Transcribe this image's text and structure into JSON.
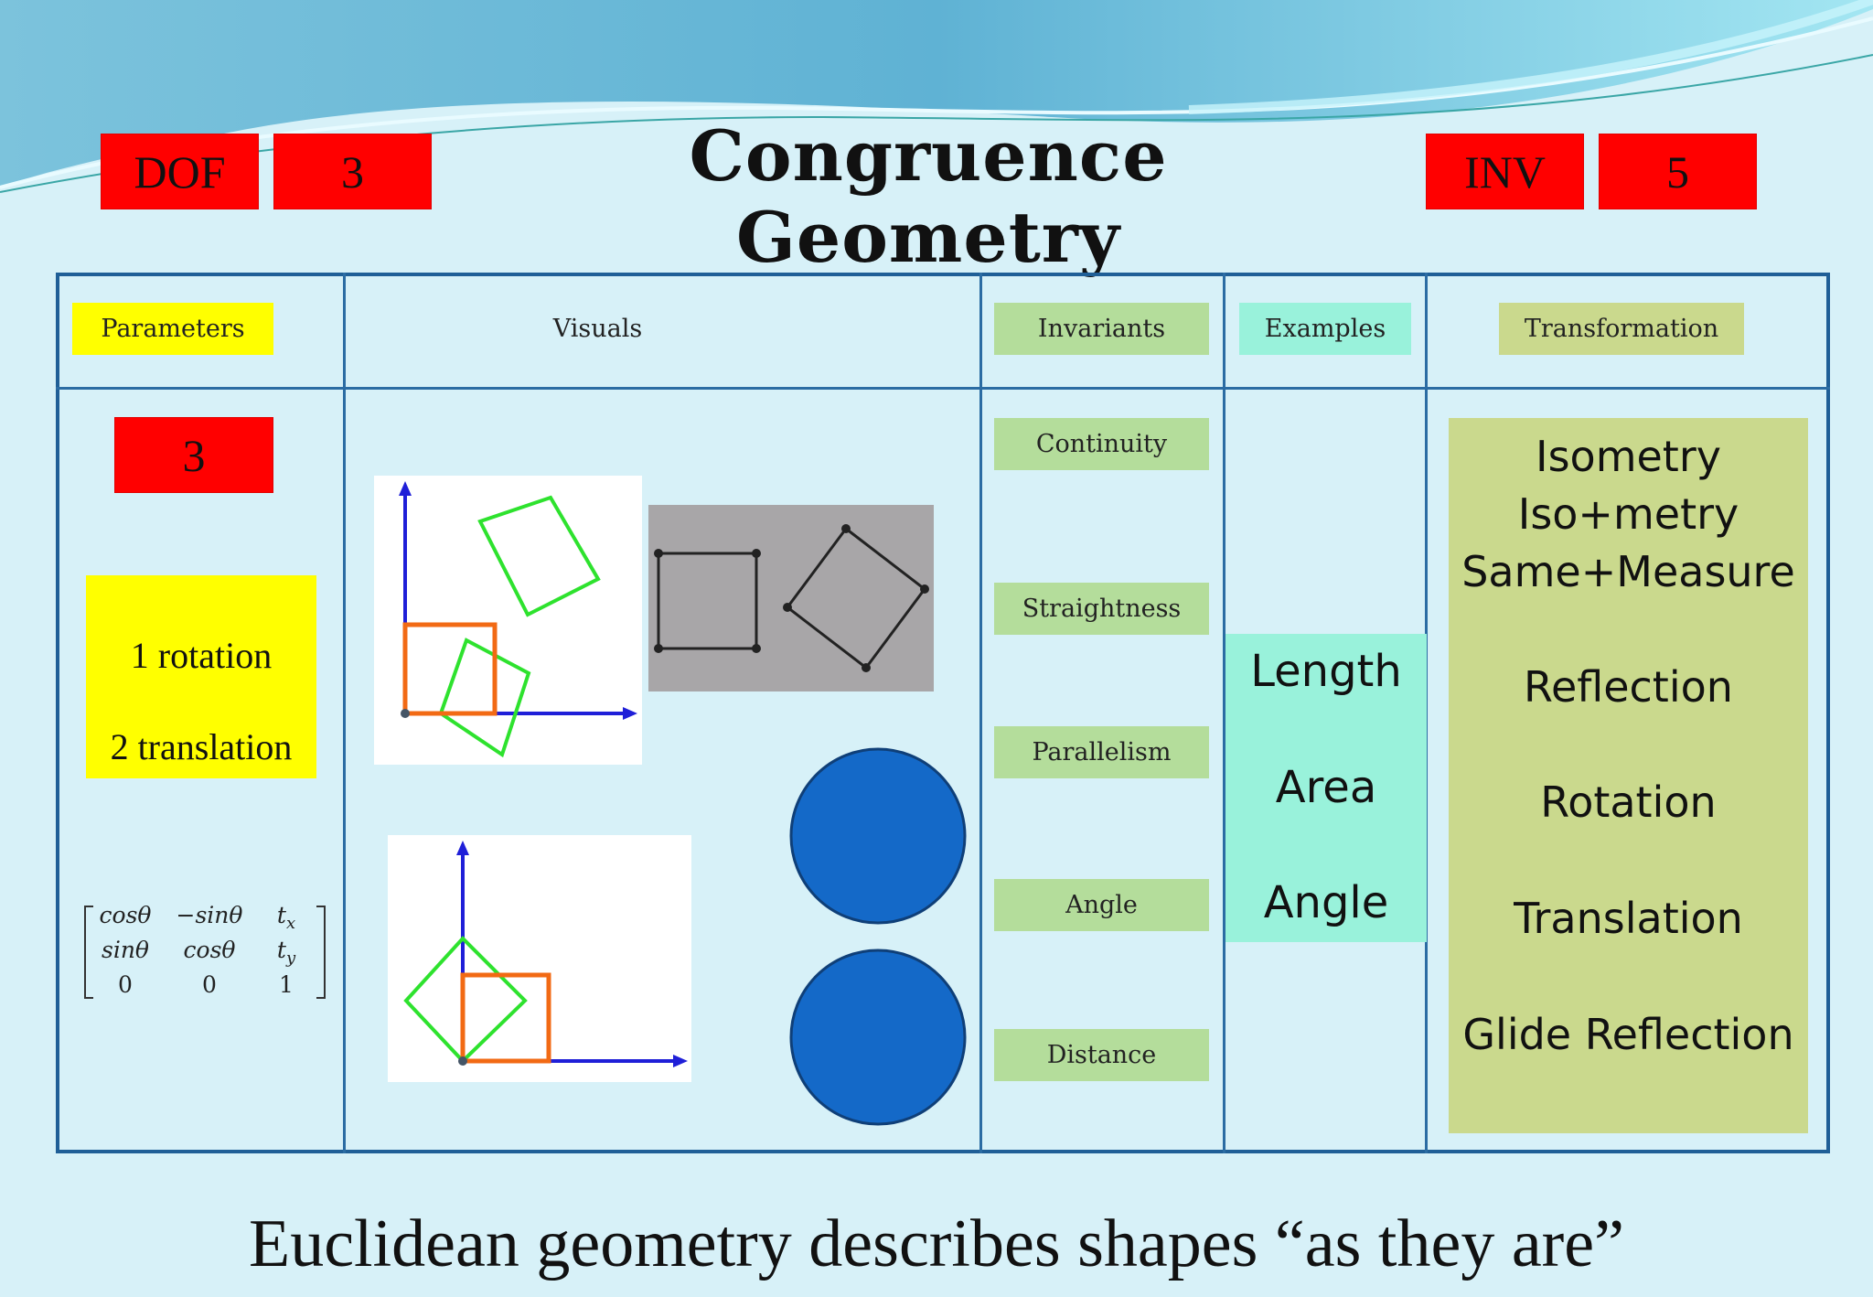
{
  "colors": {
    "accent_red": "#ff0000",
    "yellow": "#ffff00",
    "invariant_green": "#b4dd9b",
    "examples_teal": "#99f2db",
    "transform_olive": "#cad98d",
    "table_blue": "#1f5f97",
    "disc_blue": "#1469c8"
  },
  "header": {
    "dof_label": "DOF",
    "dof_value": "3",
    "title": "Congruence Geometry",
    "inv_label": "INV",
    "inv_value": "5"
  },
  "columns": {
    "parameters": "Parameters",
    "visuals": "Visuals",
    "invariants": "Invariants",
    "examples": "Examples",
    "transformation": "Transformation"
  },
  "parameters": {
    "count": "3",
    "rotation": "1 rotation",
    "translation": "2 translation",
    "matrix": [
      [
        "cosθ",
        "−sinθ",
        "t_x"
      ],
      [
        "sinθ",
        "cosθ",
        "t_y"
      ],
      [
        "0",
        "0",
        "1"
      ]
    ]
  },
  "invariants": [
    "Continuity",
    "Straightness",
    "Parallelism",
    "Angle",
    "Distance"
  ],
  "examples": [
    "Length",
    "Area",
    "Angle"
  ],
  "transformation": {
    "heading": [
      "Isometry",
      "Iso+metry",
      "Same+Measure"
    ],
    "items": [
      "Reflection",
      "Rotation",
      "Translation",
      "Glide Reflection"
    ]
  },
  "visual_icons": [
    "rotated-squares-plot-icon",
    "photo-squares-icon",
    "reflected-squares-plot-icon",
    "blue-circle-icon"
  ],
  "caption": "Euclidean geometry describes shapes “as they are”"
}
